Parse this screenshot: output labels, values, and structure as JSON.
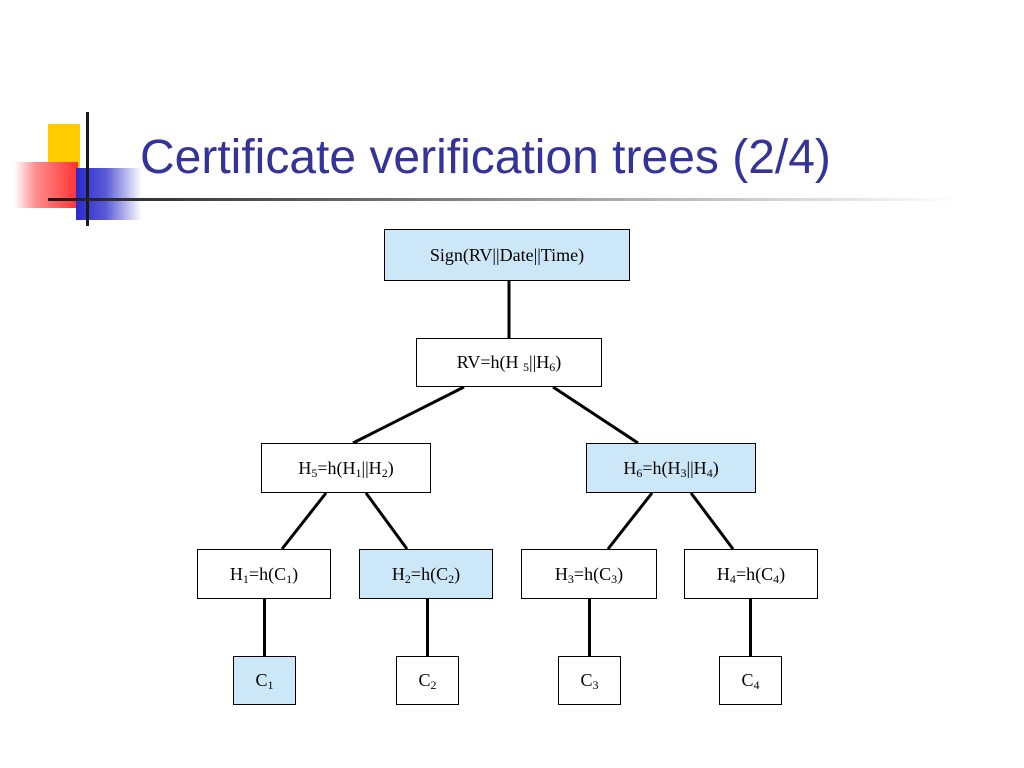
{
  "slide": {
    "title": "Certificate verification trees (2/4)",
    "colors": {
      "title": "#333399",
      "node_highlight": "#cce8f8",
      "node_default": "#ffffff",
      "deco_yellow": "#ffcc00",
      "deco_red": "#ff3333",
      "deco_blue": "#2a2acc"
    }
  },
  "tree": {
    "nodes": [
      {
        "id": "sign",
        "highlighted": true,
        "parts": [
          {
            "t": "Sign(RV||Date||Time)"
          }
        ]
      },
      {
        "id": "rv",
        "highlighted": false,
        "parts": [
          {
            "t": "RV=h(H "
          },
          {
            "t": "5",
            "sub": true
          },
          {
            "t": "||H"
          },
          {
            "t": "6",
            "sub": true
          },
          {
            "t": ")"
          }
        ]
      },
      {
        "id": "h5",
        "highlighted": false,
        "parts": [
          {
            "t": "H"
          },
          {
            "t": "5",
            "sub": true
          },
          {
            "t": "=h(H"
          },
          {
            "t": "1",
            "sub": true
          },
          {
            "t": "||H"
          },
          {
            "t": "2",
            "sub": true
          },
          {
            "t": ")"
          }
        ]
      },
      {
        "id": "h6",
        "highlighted": true,
        "parts": [
          {
            "t": "H"
          },
          {
            "t": "6",
            "sub": true
          },
          {
            "t": "=h(H"
          },
          {
            "t": "3",
            "sub": true
          },
          {
            "t": "||H"
          },
          {
            "t": "4",
            "sub": true
          },
          {
            "t": ")"
          }
        ]
      },
      {
        "id": "h1",
        "highlighted": false,
        "parts": [
          {
            "t": "H"
          },
          {
            "t": "1",
            "sub": true
          },
          {
            "t": "=h(C"
          },
          {
            "t": "1",
            "sub": true
          },
          {
            "t": ")"
          }
        ]
      },
      {
        "id": "h2",
        "highlighted": true,
        "parts": [
          {
            "t": "H"
          },
          {
            "t": "2",
            "sub": true
          },
          {
            "t": "=h(C"
          },
          {
            "t": "2",
            "sub": true
          },
          {
            "t": ")"
          }
        ]
      },
      {
        "id": "h3",
        "highlighted": false,
        "parts": [
          {
            "t": "H"
          },
          {
            "t": "3",
            "sub": true
          },
          {
            "t": "=h(C"
          },
          {
            "t": "3",
            "sub": true
          },
          {
            "t": ")"
          }
        ]
      },
      {
        "id": "h4",
        "highlighted": false,
        "parts": [
          {
            "t": "H"
          },
          {
            "t": "4",
            "sub": true
          },
          {
            "t": "=h(C"
          },
          {
            "t": "4",
            "sub": true
          },
          {
            "t": ")"
          }
        ]
      },
      {
        "id": "c1",
        "highlighted": true,
        "parts": [
          {
            "t": "C"
          },
          {
            "t": "1",
            "sub": true
          }
        ]
      },
      {
        "id": "c2",
        "highlighted": false,
        "parts": [
          {
            "t": "C"
          },
          {
            "t": "2",
            "sub": true
          }
        ]
      },
      {
        "id": "c3",
        "highlighted": false,
        "parts": [
          {
            "t": "C"
          },
          {
            "t": "3",
            "sub": true
          }
        ]
      },
      {
        "id": "c4",
        "highlighted": false,
        "parts": [
          {
            "t": "C"
          },
          {
            "t": "4",
            "sub": true
          }
        ]
      }
    ],
    "edges": [
      {
        "from": "sign",
        "to": "rv"
      },
      {
        "from": "rv",
        "to": "h5"
      },
      {
        "from": "rv",
        "to": "h6"
      },
      {
        "from": "h5",
        "to": "h1"
      },
      {
        "from": "h5",
        "to": "h2"
      },
      {
        "from": "h6",
        "to": "h3"
      },
      {
        "from": "h6",
        "to": "h4"
      },
      {
        "from": "h1",
        "to": "c1"
      },
      {
        "from": "h2",
        "to": "c2"
      },
      {
        "from": "h3",
        "to": "c3"
      },
      {
        "from": "h4",
        "to": "c4"
      }
    ]
  }
}
